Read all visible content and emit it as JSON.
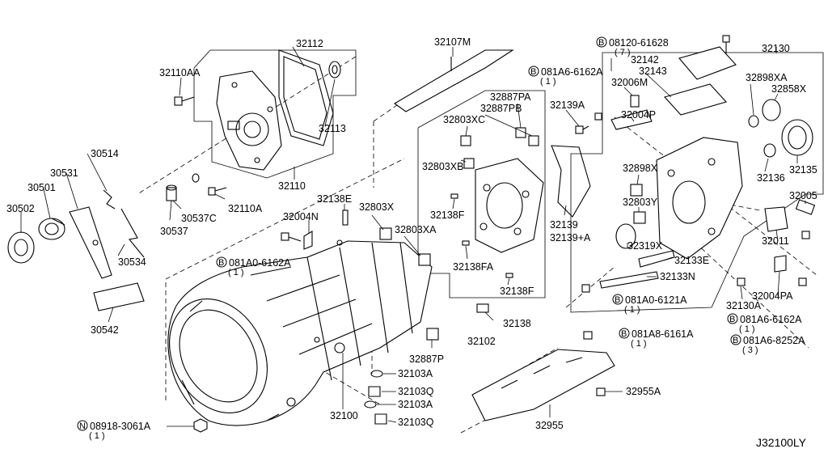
{
  "diagram_code": "J32100LY",
  "callouts": [
    {
      "text": "32112"
    },
    {
      "text": "32110AA"
    },
    {
      "text": "32113"
    },
    {
      "text": "32110"
    },
    {
      "text": "32110A"
    },
    {
      "text": "30514"
    },
    {
      "text": "30531"
    },
    {
      "text": "30501"
    },
    {
      "text": "30502"
    },
    {
      "text": "30537C"
    },
    {
      "text": "30537"
    },
    {
      "text": "30534"
    },
    {
      "text": "30542"
    },
    {
      "text": "32107M"
    },
    {
      "text": "32138E"
    },
    {
      "text": "32004N"
    },
    {
      "text": "32803X"
    },
    {
      "text": "32803XA"
    },
    {
      "text": "32887PA"
    },
    {
      "text": "32887PB"
    },
    {
      "text": "32803XC"
    },
    {
      "text": "32803XB"
    },
    {
      "text": "32138F"
    },
    {
      "text": "32138FA"
    },
    {
      "text": "32138F"
    },
    {
      "text": "32138"
    },
    {
      "text": "32102"
    },
    {
      "text": "32887P"
    },
    {
      "text": "32103A"
    },
    {
      "text": "32103Q"
    },
    {
      "text": "32103A"
    },
    {
      "text": "32103Q"
    },
    {
      "text": "32100"
    },
    {
      "text": "32139A"
    },
    {
      "text": "32139"
    },
    {
      "text": "32139+A"
    },
    {
      "text": "32142"
    },
    {
      "text": "32143"
    },
    {
      "text": "32006M"
    },
    {
      "text": "32004P"
    },
    {
      "text": "32130"
    },
    {
      "text": "32898XA"
    },
    {
      "text": "32858X"
    },
    {
      "text": "32136"
    },
    {
      "text": "32135"
    },
    {
      "text": "32898X"
    },
    {
      "text": "32803Y"
    },
    {
      "text": "32319X"
    },
    {
      "text": "32133E"
    },
    {
      "text": "32133N"
    },
    {
      "text": "32005"
    },
    {
      "text": "32011"
    },
    {
      "text": "32004PA"
    },
    {
      "text": "32130A"
    },
    {
      "text": "32955A"
    },
    {
      "text": "32955"
    }
  ],
  "ref_callouts": [
    {
      "prefix": "B",
      "code": "08120-61628",
      "qty": "( 7 )"
    },
    {
      "prefix": "B",
      "code": "081A6-6162A",
      "qty": "( 1 )"
    },
    {
      "prefix": "B",
      "code": "081A0-6162A",
      "qty": "( 1 )"
    },
    {
      "prefix": "B",
      "code": "081A0-6121A",
      "qty": "( 1 )"
    },
    {
      "prefix": "B",
      "code": "081A6-6162A",
      "qty": "( 1 )"
    },
    {
      "prefix": "B",
      "code": "081A6-8252A",
      "qty": "( 3 )"
    },
    {
      "prefix": "B",
      "code": "081A8-6161A",
      "qty": "( 1 )"
    },
    {
      "prefix": "N",
      "code": "08918-3061A",
      "qty": "( 1 )"
    }
  ]
}
